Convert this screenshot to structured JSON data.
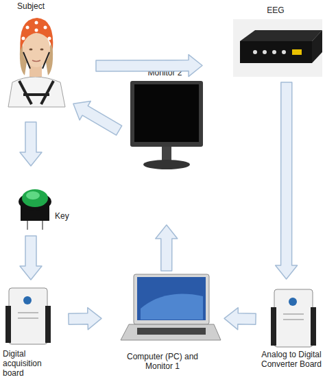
{
  "diagram": {
    "nodes": [
      {
        "text": [
          "Subject"
        ]
      },
      {
        "text": [
          "EEG"
        ]
      },
      {
        "text": [
          "Monitor 2"
        ]
      },
      {
        "text": [
          "Key"
        ]
      },
      {
        "text": [
          "Digital acquisition board"
        ]
      },
      {
        "text": [
          "Computer (PC) and Monitor 1"
        ]
      },
      {
        "text": [
          "Analog to Digital Converter Board"
        ]
      }
    ],
    "edges": [
      {
        "from": 0,
        "to": 1,
        "arrow": "to"
      },
      {
        "from": 1,
        "to": 6,
        "arrow": "to"
      },
      {
        "from": 0,
        "to": 3,
        "arrow": "to"
      },
      {
        "from": 3,
        "to": 4,
        "arrow": "to"
      },
      {
        "from": 4,
        "to": 5,
        "arrow": "to"
      },
      {
        "from": 6,
        "to": 5,
        "arrow": "to"
      },
      {
        "from": 5,
        "to": 2,
        "arrow": "to"
      },
      {
        "from": 2,
        "to": 0,
        "arrow": "to"
      }
    ]
  }
}
